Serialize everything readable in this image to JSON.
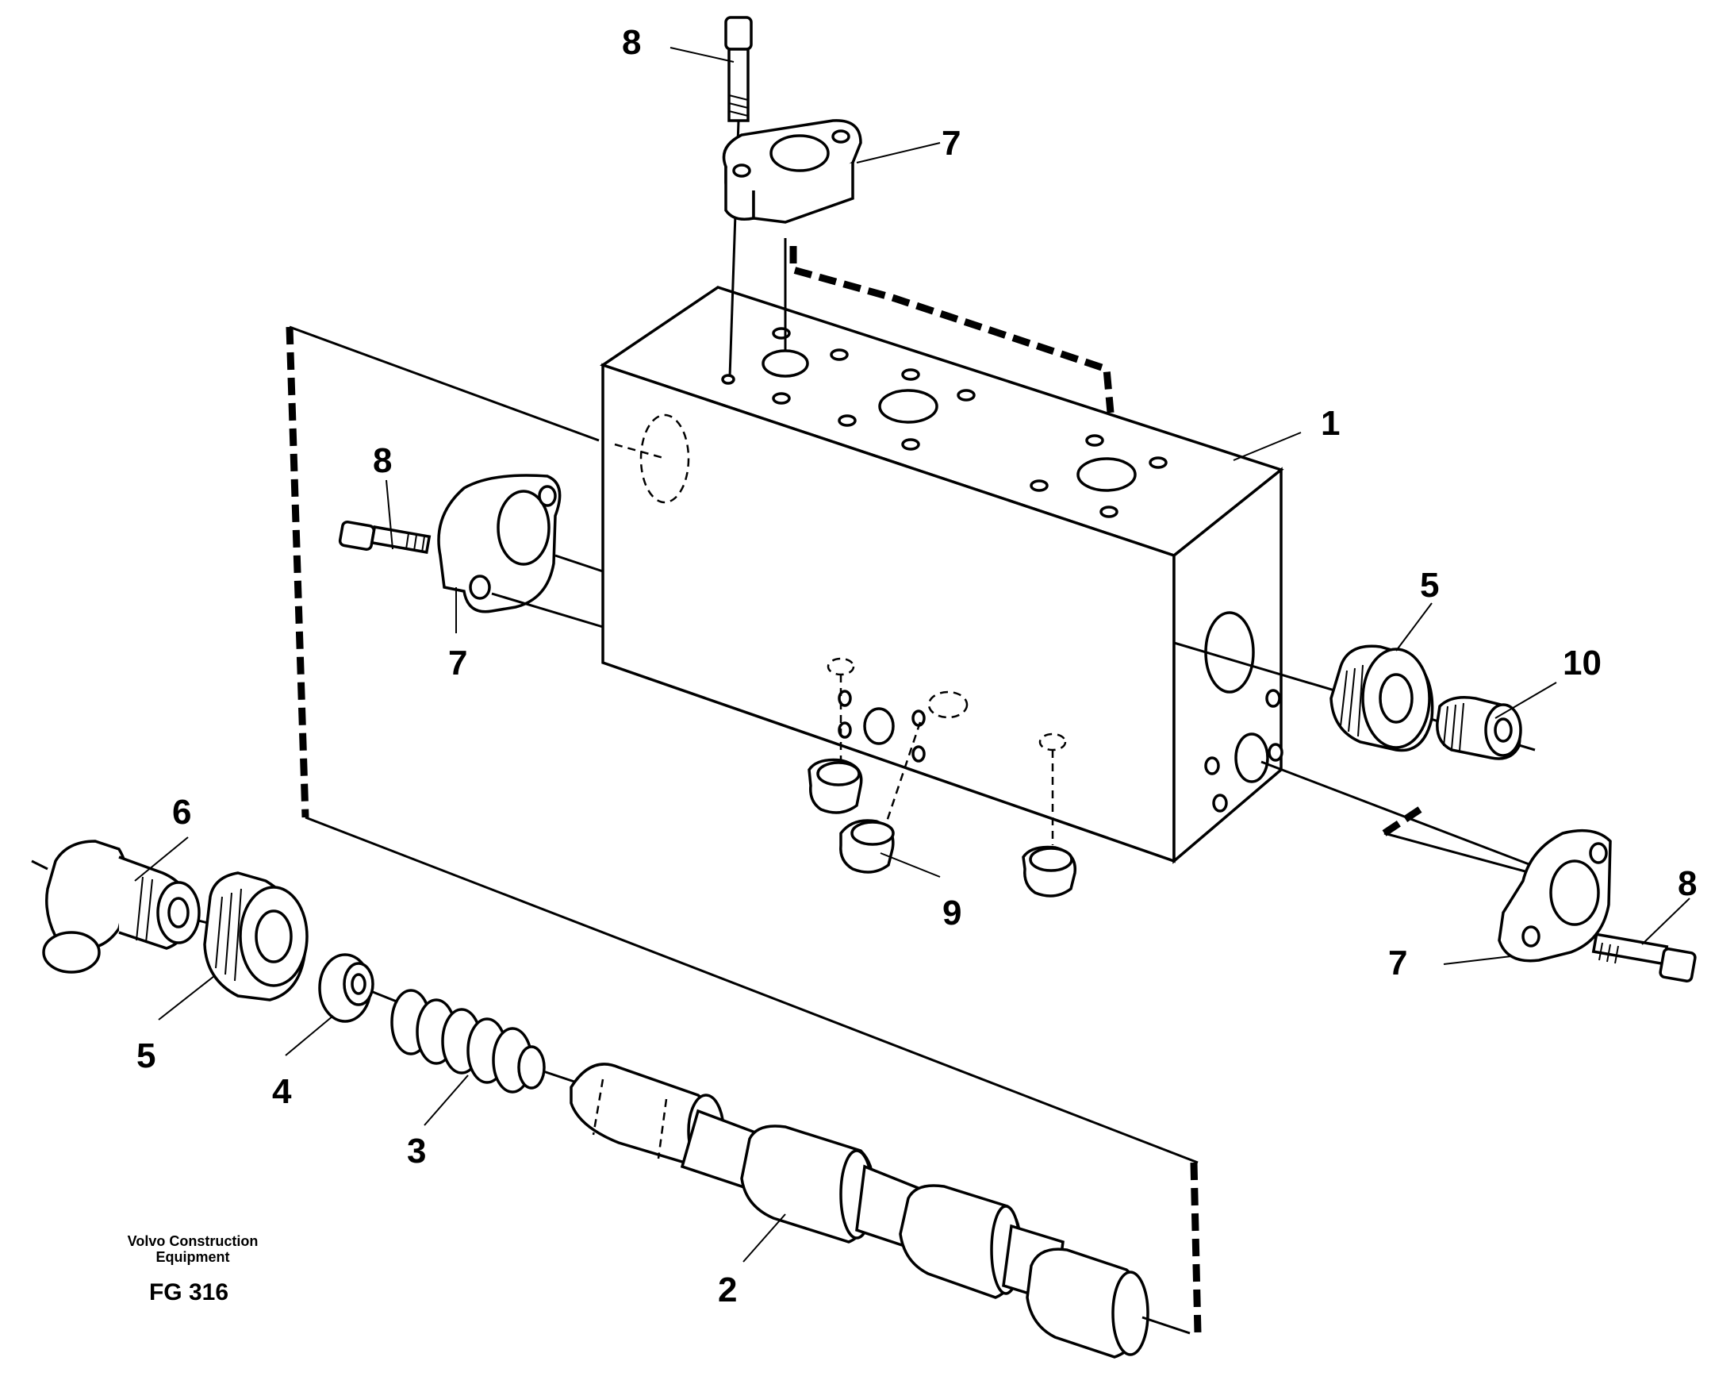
{
  "caption": {
    "company_line1": "Volvo Construction",
    "company_line2": "Equipment",
    "figure_code": "FG 316"
  },
  "callouts": {
    "valve_block": "1",
    "spool": "2",
    "spring": "3",
    "spring_seat": "4",
    "plug_left": "5",
    "plug_right": "5",
    "tee_fitting": "6",
    "flange_top": "7",
    "flange_left": "7",
    "flange_right": "7",
    "screw_top": "8",
    "screw_left": "8",
    "screw_right": "8",
    "plugs_bottom": "9",
    "nipple": "10"
  }
}
